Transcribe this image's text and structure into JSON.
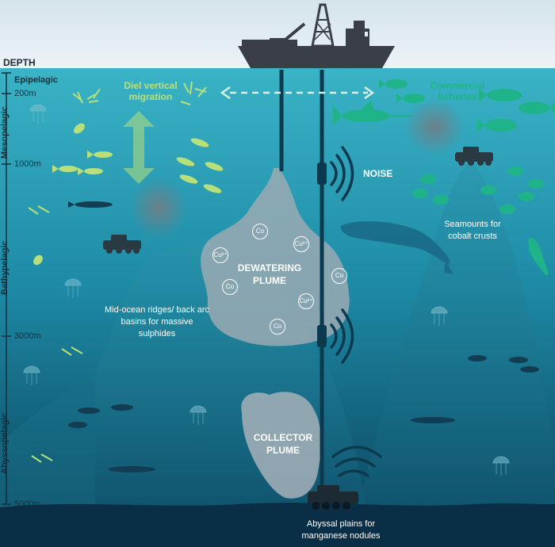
{
  "depth_axis": {
    "title": "DEPTH",
    "ticks": [
      "200m",
      "1000m",
      "3000m",
      "5000m"
    ],
    "zones": [
      "Epipelagic",
      "Mesopelagic",
      "Bathypelagic",
      "Abyssopelagic"
    ]
  },
  "labels": {
    "diel_migration": "Diel vertical migration",
    "commercial_fisheries": "Commercial fisheries",
    "noise": "NOISE",
    "dewatering_plume": "DEWATERING PLUME",
    "collector_plume": "COLLECTOR PLUME",
    "seamounts": "Seamounts for cobalt crusts",
    "mid_ocean": "Mid-ocean ridges/ back arc basins for massive sulphides",
    "abyssal": "Abyssal plains for manganese nodules"
  },
  "elements": [
    "Co",
    "Cu²⁺",
    "Cu²⁺",
    "Co",
    "Co",
    "Cu²⁺",
    "Co"
  ],
  "colors": {
    "sky": "#e3eff2",
    "ocean_top": "#3ab3c6",
    "ocean_bottom": "#0a3f59",
    "seafloor": "#0a2e45",
    "ship": "#3a3f45",
    "migration": "#b8e07a",
    "fisheries": "#1fb38a",
    "plume": "#8a9aa3"
  }
}
